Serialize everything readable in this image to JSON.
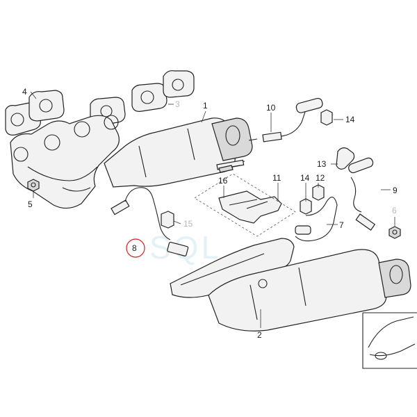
{
  "diagram": {
    "callouts": [
      {
        "id": "c1",
        "text": "1"
      },
      {
        "id": "c2",
        "text": "2"
      },
      {
        "id": "c3",
        "text": "3"
      },
      {
        "id": "c4",
        "text": "4"
      },
      {
        "id": "c5",
        "text": "5"
      },
      {
        "id": "c6",
        "text": "6"
      },
      {
        "id": "c7",
        "text": "7"
      },
      {
        "id": "c8",
        "text": "8"
      },
      {
        "id": "c9",
        "text": "9"
      },
      {
        "id": "c10",
        "text": "10"
      },
      {
        "id": "c11",
        "text": "11"
      },
      {
        "id": "c12",
        "text": "12"
      },
      {
        "id": "c13",
        "text": "13"
      },
      {
        "id": "c14a",
        "text": "14"
      },
      {
        "id": "c14b",
        "text": "14"
      },
      {
        "id": "c15",
        "text": "15"
      },
      {
        "id": "c16",
        "text": "16"
      }
    ],
    "highlight_color": "#d02020",
    "watermark": "SQL"
  }
}
